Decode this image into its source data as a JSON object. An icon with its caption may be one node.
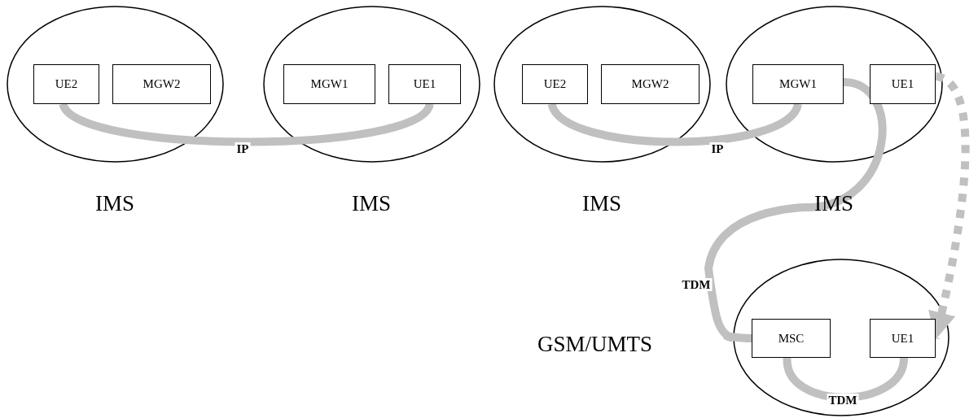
{
  "diagram": {
    "nodes": [
      {
        "text": [
          "IMS"
        ]
      },
      {
        "text": [
          "UE2"
        ],
        "in": 0
      },
      {
        "text": [
          "MGW2"
        ],
        "in": 0
      },
      {
        "text": [
          "IMS"
        ]
      },
      {
        "text": [
          "MGW1"
        ],
        "in": 3
      },
      {
        "text": [
          "UE1"
        ],
        "in": 3
      },
      {
        "text": [
          "IMS"
        ]
      },
      {
        "text": [
          "UE2"
        ],
        "in": 6
      },
      {
        "text": [
          "MGW2"
        ],
        "in": 6
      },
      {
        "text": [
          "IMS"
        ]
      },
      {
        "text": [
          "MGW1"
        ],
        "in": 9
      },
      {
        "text": [
          "UE1"
        ],
        "in": 9
      },
      {
        "text": [
          "GSM/UMTS"
        ]
      },
      {
        "text": [
          "MSC"
        ],
        "in": 12
      },
      {
        "text": [
          "UE1"
        ],
        "in": 12
      }
    ],
    "edges": [
      {
        "from": 1,
        "to": 5,
        "arrow": "none",
        "label": "IP"
      },
      {
        "from": 7,
        "to": 10,
        "arrow": "none",
        "label": "IP"
      },
      {
        "from": 10,
        "to": 13,
        "arrow": "none",
        "label": "TDM"
      },
      {
        "from": 13,
        "to": 14,
        "arrow": "none",
        "label": "TDM"
      },
      {
        "from": 11,
        "to": 14,
        "arrow": "to",
        "style": "dashed"
      }
    ]
  }
}
